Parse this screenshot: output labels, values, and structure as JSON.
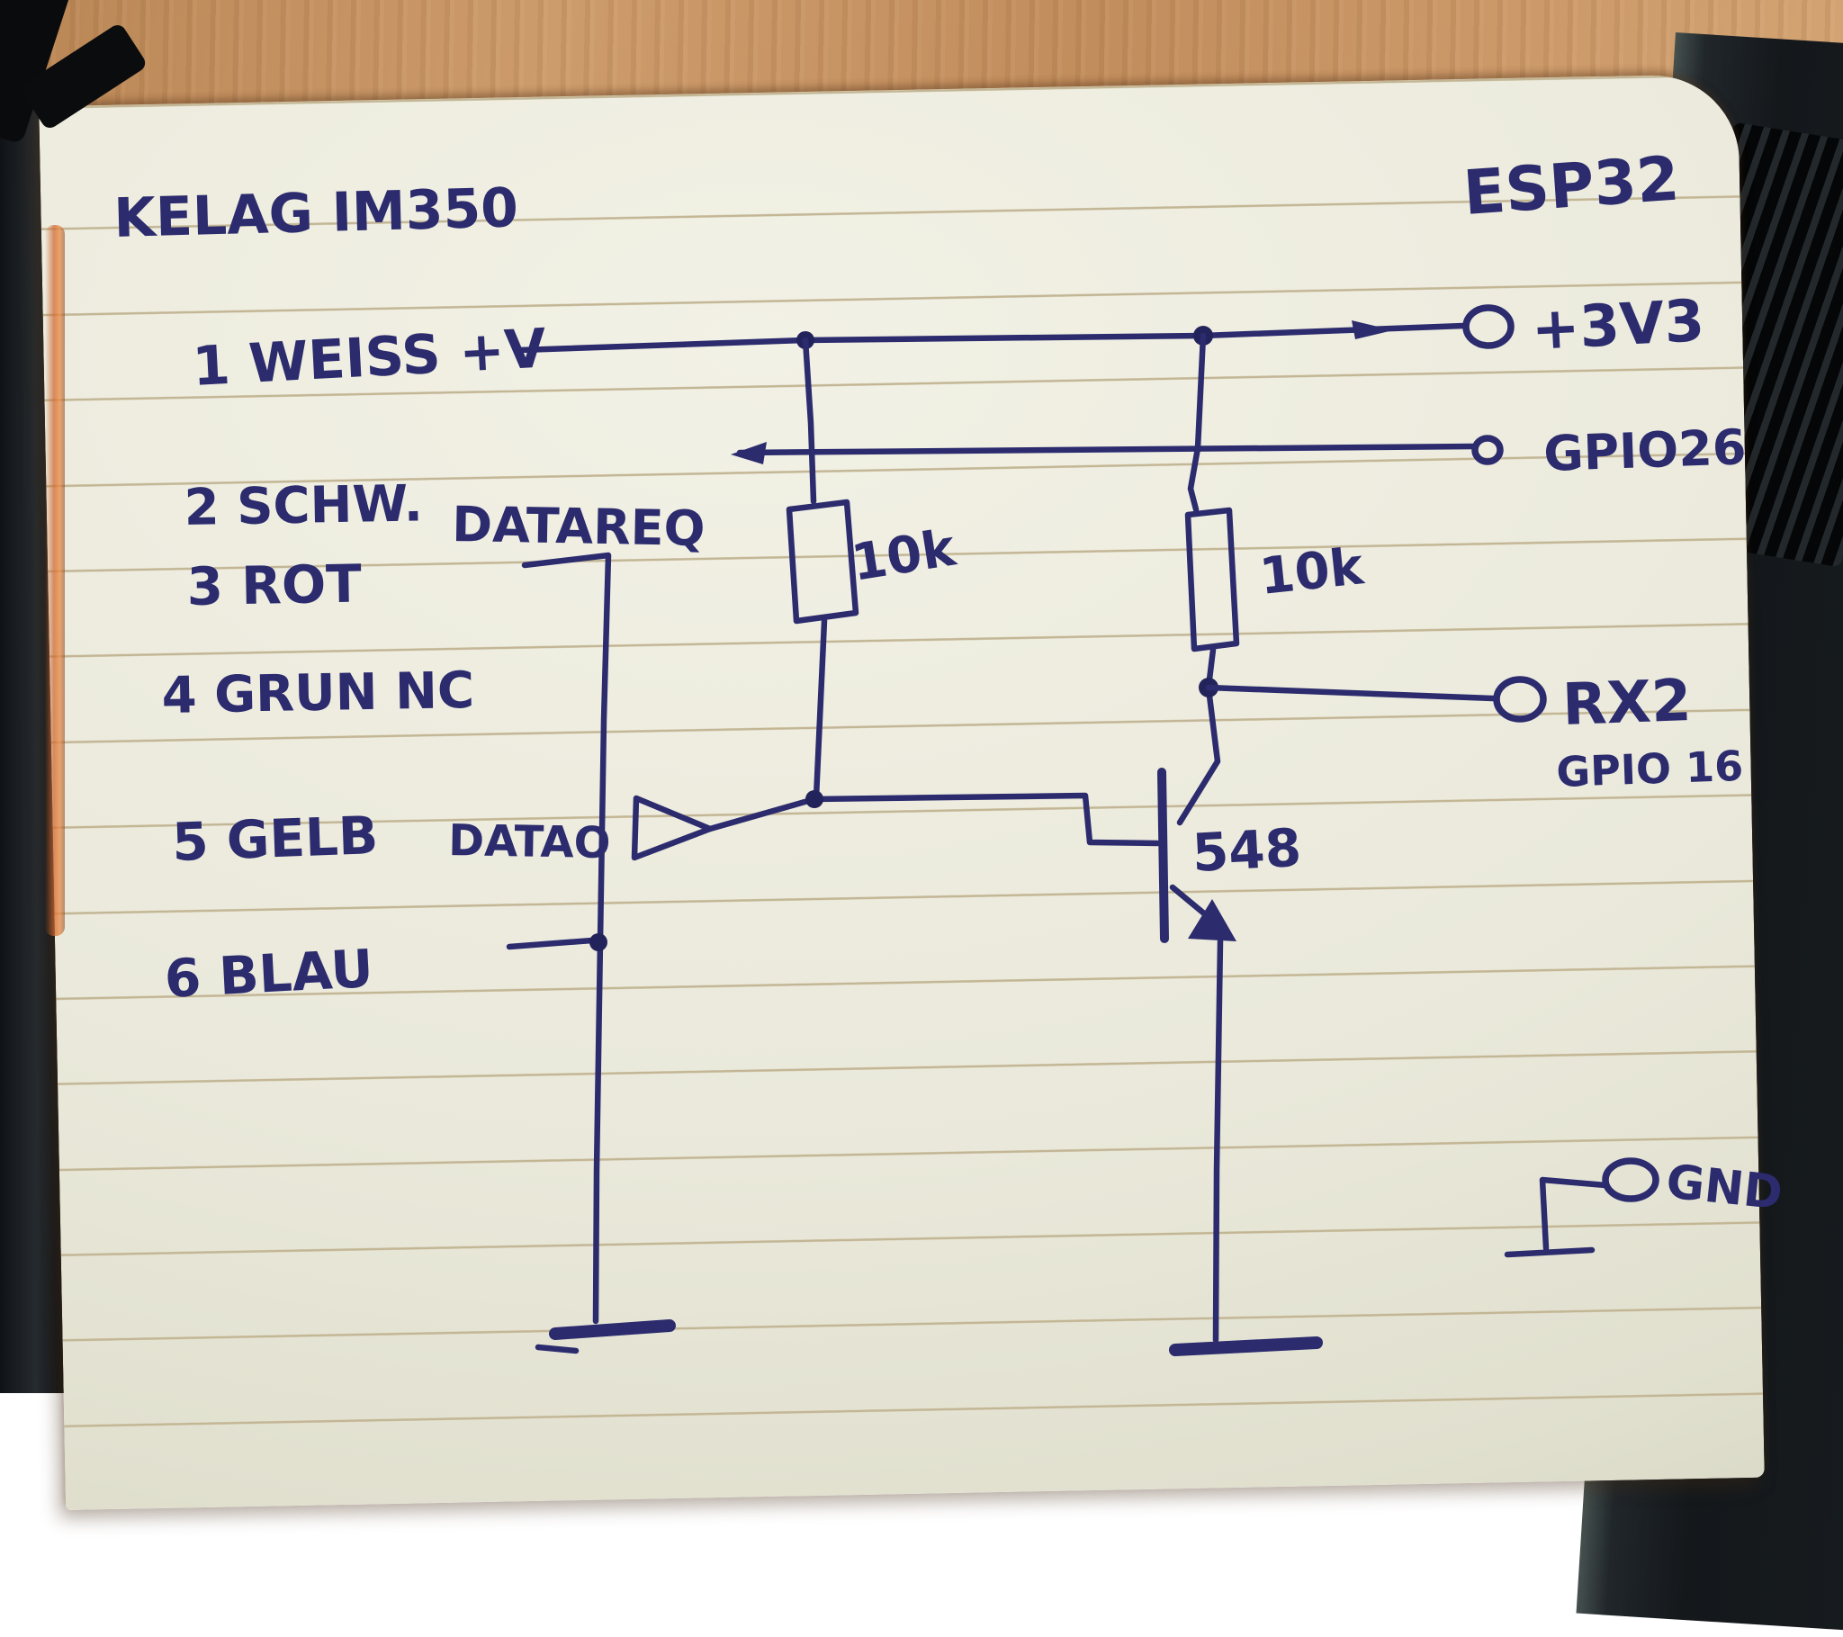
{
  "photo": {
    "ink_color": "#2b2b6e",
    "paper_color": "#eae9db",
    "rule_line_color": "#c3b695",
    "desk_wood_color": "#c8976a",
    "cover_color": "#1c2124"
  },
  "schematic": {
    "title_left": "KELAG IM350",
    "title_right": "ESP32",
    "pins": {
      "pin1": "1 WEISS +V",
      "pin2": "2 SCHW.",
      "pin2_signal": "DATAREQ",
      "pin3": "3 ROT",
      "pin4": "4 GRUN NC",
      "pin5": "5 GELB",
      "pin5_signal": "DATAO",
      "pin6": "6 BLAU"
    },
    "components": {
      "r1_value": "10k",
      "r2_value": "10k",
      "transistor": "548"
    },
    "terminals": {
      "power": "+3V3",
      "datareq_gpio": "GPIO26",
      "rx": "RX2",
      "rx_gpio": "GPIO 16",
      "ground": "GND"
    }
  }
}
